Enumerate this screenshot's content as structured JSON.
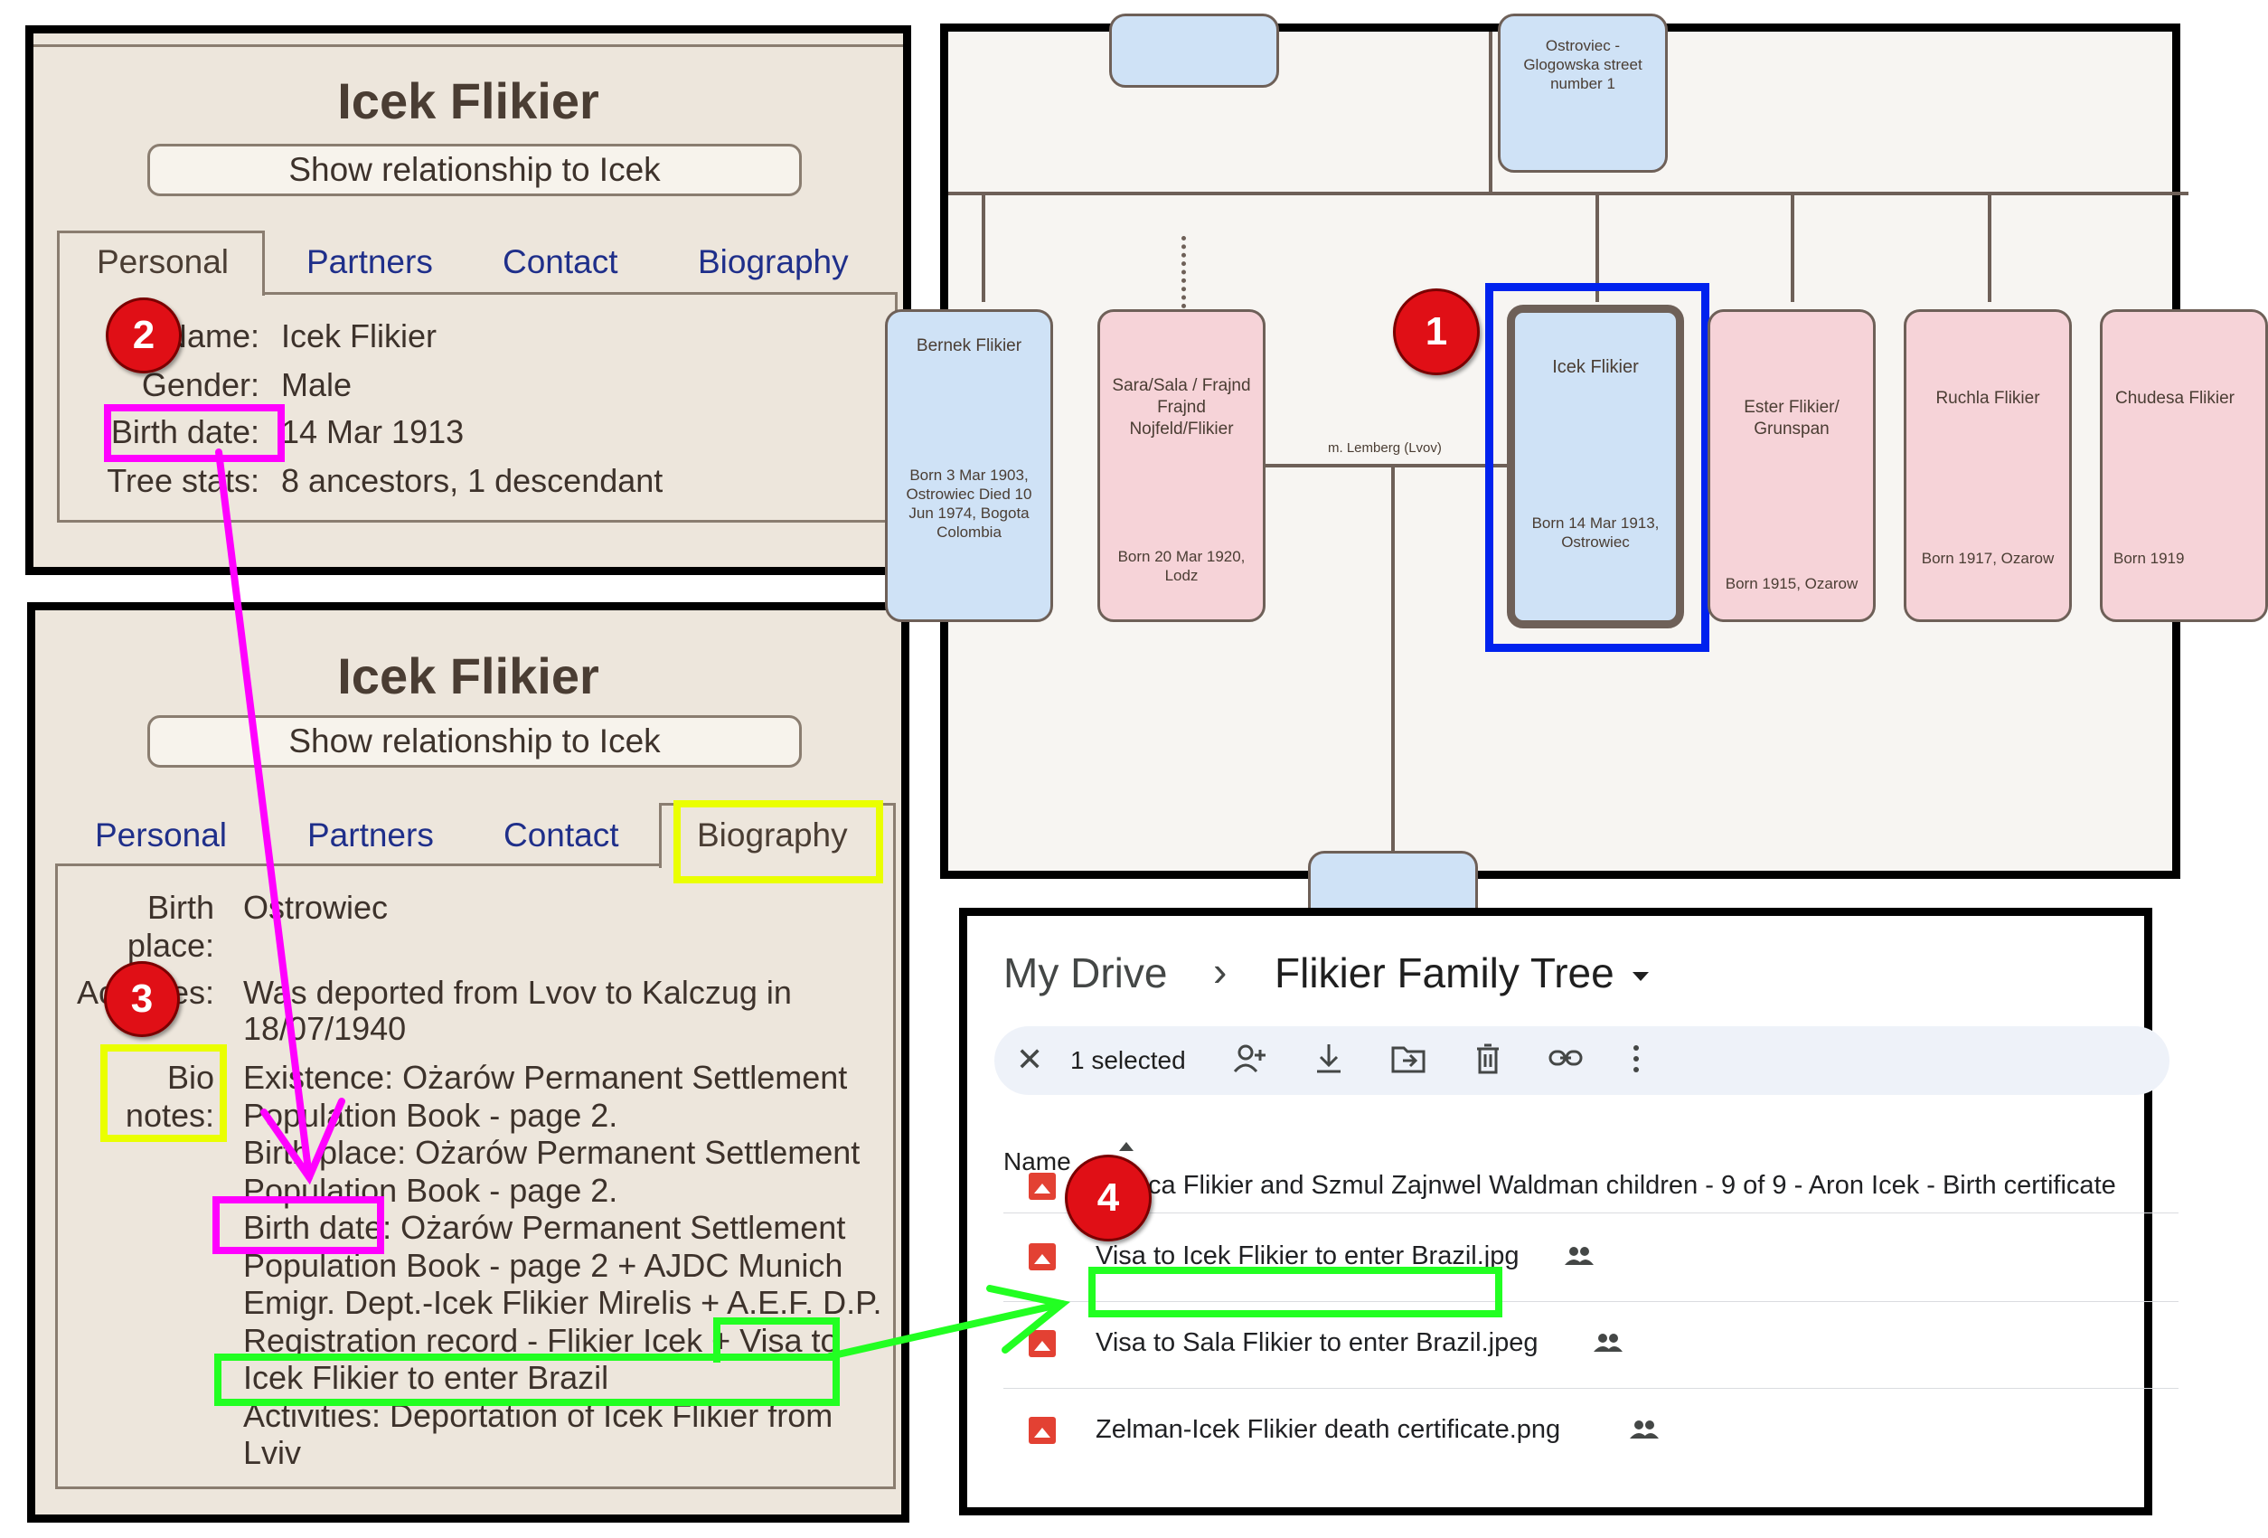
{
  "card_top": {
    "name": "Icek Flikier",
    "relationship_button": "Show relationship to Icek",
    "tabs": [
      "Personal",
      "Partners",
      "Contact",
      "Biography"
    ],
    "name_label": "Name:",
    "name_value": "Icek Flikier",
    "gender_label": "Gender:",
    "gender_value": "Male",
    "birth_label": "Birth date:",
    "birth_value": "14 Mar 1913",
    "stats_label": "Tree stats:",
    "stats_value": "8 ancestors, 1 descendant"
  },
  "card_bottom": {
    "name": "Icek Flikier",
    "relationship_button": "Show relationship to Icek",
    "tabs": [
      "Personal",
      "Partners",
      "Contact",
      "Biography"
    ],
    "birthplace_label_1": "Birth",
    "birthplace_label_2": "place:",
    "birthplace_value": "Ostrowiec",
    "activities_label": "Activities:",
    "activities_1": "Was deported from Lvov to Kalczug in",
    "activities_2": "18/07/1940",
    "bio_label_1": "Bio",
    "bio_label_2": "notes:",
    "bio_lines": [
      "Existence: Ożarów Permanent Settlement",
      "Population Book - page 2.",
      "Birth place: Ożarów Permanent Settlement",
      "Population Book - page 2.",
      "Birth date: Ożarów Permanent Settlement",
      "Population Book - page 2 + AJDC Munich",
      "Emigr. Dept.-Icek Flikier Mirelis + A.E.F. D.P.",
      "Registration record - Flikier Icek + Visa to",
      "Icek Flikier to enter Brazil",
      "Activities: Deportation of Icek Flikier from",
      "Lviv"
    ]
  },
  "tree": {
    "parent_node": "Ostroviec - Glogowska street number 1",
    "marriage_label": "m. Lemberg (Lvov)",
    "nodes": [
      {
        "name": "Bernek Flikier",
        "born": "Born 3 Mar 1903, Ostrowiec Died 10 Jun 1974, Bogota Colombia",
        "color": "#cfe2f6"
      },
      {
        "name": "Sara/Sala / Frajnd Frajnd Nojfeld/Flikier",
        "born": "Born 20 Mar 1920, Lodz",
        "color": "#f6d3d8"
      },
      {
        "name": "Icek Flikier",
        "born": "Born 14 Mar 1913, Ostrowiec",
        "color": "#cfe2f6"
      },
      {
        "name": "Ester Flikier/ Grunspan",
        "born": "Born 1915, Ozarow",
        "color": "#f6d3d8"
      },
      {
        "name": "Ruchla Flikier",
        "born": "Born 1917, Ozarow",
        "color": "#f6d3d8"
      },
      {
        "name": "Chudesa Flikier",
        "born": "Born 1919",
        "color": "#f6d3d8"
      }
    ]
  },
  "drive": {
    "breadcrumb_root": "My Drive",
    "breadcrumb_sep": "›",
    "folder": "Flikier Family Tree",
    "selected": "1 selected",
    "column_name": "Name",
    "files": [
      "Blanca Flikier and Szmul Zajnwel Waldman children - 9 of 9 - Aron Icek - Birth certificate",
      "Visa to Icek Flikier to enter Brazil.jpg",
      "Visa to Sala Flikier to enter Brazil.jpeg",
      "Zelman-Icek Flikier death certificate.png"
    ]
  },
  "badges": [
    "1",
    "2",
    "3",
    "4"
  ],
  "colors": {
    "magenta": "#ff00ff",
    "yellow": "#eaff00",
    "green": "#22ff22",
    "blue": "#0022ee",
    "badge_red": "#e00f16"
  }
}
